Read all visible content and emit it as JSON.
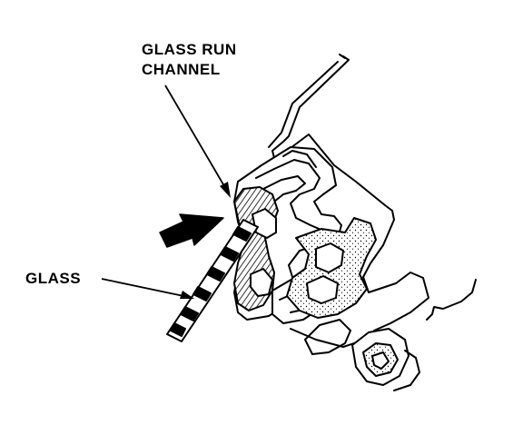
{
  "labels": {
    "glass_run_channel_line1": "GLASS RUN",
    "glass_run_channel_line2": "CHANNEL",
    "glass": "GLASS"
  },
  "colors": {
    "ink": "#000000",
    "paper": "#ffffff"
  }
}
